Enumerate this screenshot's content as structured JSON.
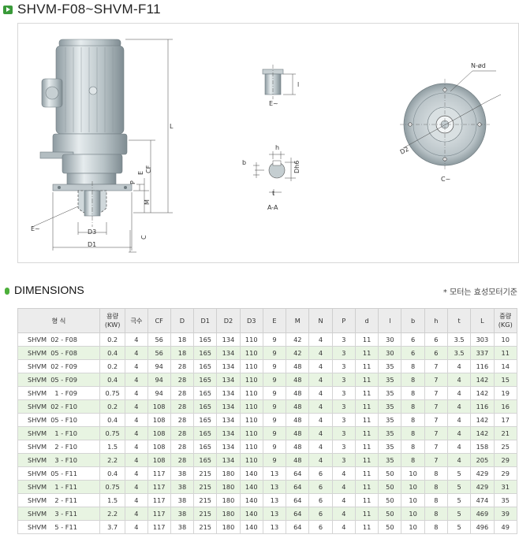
{
  "page": {
    "title": "SHVM-F08~SHVM-F11",
    "section_title": "DIMENSIONS",
    "note": "* 모터는 효성모터기준"
  },
  "drawing": {
    "labels": {
      "L": "L",
      "CF": "CF",
      "P": "P",
      "E": "E",
      "M": "M",
      "C": "C",
      "D3": "D3",
      "D1": "D1",
      "E_view": "E~",
      "E_small": "E~",
      "l": "l",
      "h": "h",
      "b": "b",
      "Dh6": "Dh6",
      "t": "t",
      "AA": "A-A",
      "Nd": "N-ød",
      "D2": "D2",
      "C_view": "C~"
    }
  },
  "table": {
    "headers": [
      {
        "label": "형   식"
      },
      {
        "label": "용량",
        "sub": "(KW)"
      },
      {
        "label": "극수"
      },
      {
        "label": "CF"
      },
      {
        "label": "D"
      },
      {
        "label": "D1"
      },
      {
        "label": "D2"
      },
      {
        "label": "D3"
      },
      {
        "label": "E"
      },
      {
        "label": "M"
      },
      {
        "label": "N"
      },
      {
        "label": "P"
      },
      {
        "label": "d"
      },
      {
        "label": "l"
      },
      {
        "label": "b"
      },
      {
        "label": "h"
      },
      {
        "label": "t"
      },
      {
        "label": "L"
      },
      {
        "label": "중량",
        "sub": "(KG)"
      }
    ],
    "rows": [
      [
        "SHVM  02 - F08",
        "0.2",
        "4",
        "56",
        "18",
        "165",
        "134",
        "110",
        "9",
        "42",
        "4",
        "3",
        "11",
        "30",
        "6",
        "6",
        "3.5",
        "303",
        "10"
      ],
      [
        "SHVM  05 - F08",
        "0.4",
        "4",
        "56",
        "18",
        "165",
        "134",
        "110",
        "9",
        "42",
        "4",
        "3",
        "11",
        "30",
        "6",
        "6",
        "3.5",
        "337",
        "11"
      ],
      [
        "SHVM  02 - F09",
        "0.2",
        "4",
        "94",
        "28",
        "165",
        "134",
        "110",
        "9",
        "48",
        "4",
        "3",
        "11",
        "35",
        "8",
        "7",
        "4",
        "116",
        "14"
      ],
      [
        "SHVM  05 - F09",
        "0.4",
        "4",
        "94",
        "28",
        "165",
        "134",
        "110",
        "9",
        "48",
        "4",
        "3",
        "11",
        "35",
        "8",
        "7",
        "4",
        "142",
        "15"
      ],
      [
        "SHVM    1 - F09",
        "0.75",
        "4",
        "94",
        "28",
        "165",
        "134",
        "110",
        "9",
        "48",
        "4",
        "3",
        "11",
        "35",
        "8",
        "7",
        "4",
        "142",
        "19"
      ],
      [
        "SHVM  02 - F10",
        "0.2",
        "4",
        "108",
        "28",
        "165",
        "134",
        "110",
        "9",
        "48",
        "4",
        "3",
        "11",
        "35",
        "8",
        "7",
        "4",
        "116",
        "16"
      ],
      [
        "SHVM  05 - F10",
        "0.4",
        "4",
        "108",
        "28",
        "165",
        "134",
        "110",
        "9",
        "48",
        "4",
        "3",
        "11",
        "35",
        "8",
        "7",
        "4",
        "142",
        "17"
      ],
      [
        "SHVM    1 - F10",
        "0.75",
        "4",
        "108",
        "28",
        "165",
        "134",
        "110",
        "9",
        "48",
        "4",
        "3",
        "11",
        "35",
        "8",
        "7",
        "4",
        "142",
        "21"
      ],
      [
        "SHVM    2 - F10",
        "1.5",
        "4",
        "108",
        "28",
        "165",
        "134",
        "110",
        "9",
        "48",
        "4",
        "3",
        "11",
        "35",
        "8",
        "7",
        "4",
        "158",
        "25"
      ],
      [
        "SHVM    3 - F10",
        "2.2",
        "4",
        "108",
        "28",
        "165",
        "134",
        "110",
        "9",
        "48",
        "4",
        "3",
        "11",
        "35",
        "8",
        "7",
        "4",
        "205",
        "29"
      ],
      [
        "SHVM  05 - F11",
        "0.4",
        "4",
        "117",
        "38",
        "215",
        "180",
        "140",
        "13",
        "64",
        "6",
        "4",
        "11",
        "50",
        "10",
        "8",
        "5",
        "429",
        "29"
      ],
      [
        "SHVM    1 - F11",
        "0.75",
        "4",
        "117",
        "38",
        "215",
        "180",
        "140",
        "13",
        "64",
        "6",
        "4",
        "11",
        "50",
        "10",
        "8",
        "5",
        "429",
        "31"
      ],
      [
        "SHVM    2 - F11",
        "1.5",
        "4",
        "117",
        "38",
        "215",
        "180",
        "140",
        "13",
        "64",
        "6",
        "4",
        "11",
        "50",
        "10",
        "8",
        "5",
        "474",
        "35"
      ],
      [
        "SHVM    3 - F11",
        "2.2",
        "4",
        "117",
        "38",
        "215",
        "180",
        "140",
        "13",
        "64",
        "6",
        "4",
        "11",
        "50",
        "10",
        "8",
        "5",
        "469",
        "39"
      ],
      [
        "SHVM    5 - F11",
        "3.7",
        "4",
        "117",
        "38",
        "215",
        "180",
        "140",
        "13",
        "64",
        "6",
        "4",
        "11",
        "50",
        "10",
        "8",
        "5",
        "496",
        "49"
      ]
    ]
  }
}
